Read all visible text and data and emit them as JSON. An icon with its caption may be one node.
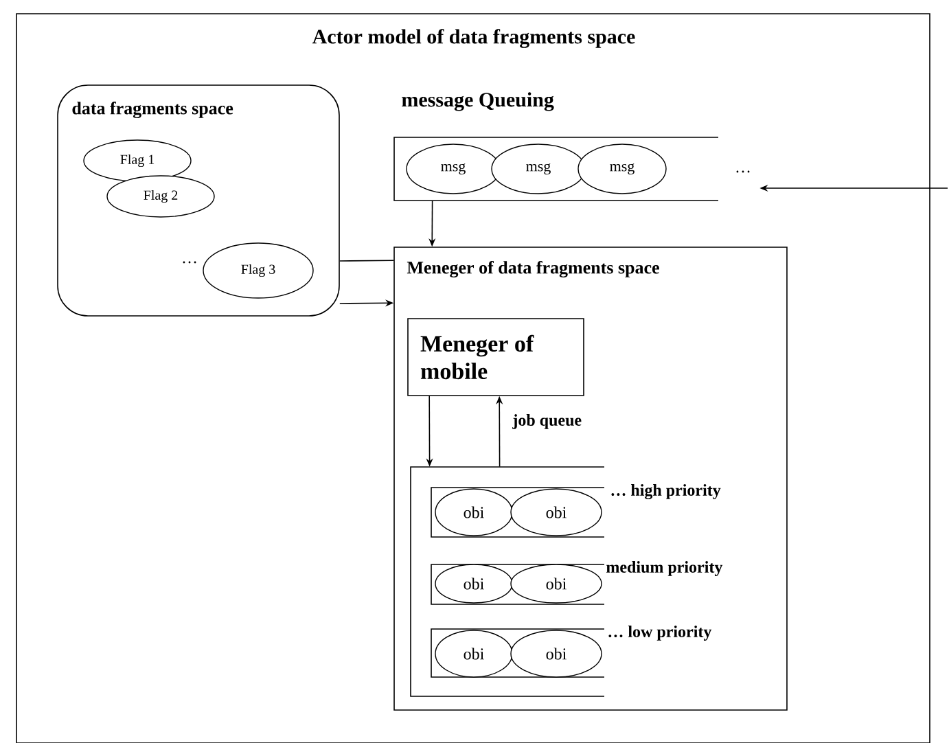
{
  "diagram": {
    "title": "Actor model of data fragments space",
    "nodes": [
      {
        "text": [
          "data fragments space"
        ]
      },
      {
        "text": [
          "Flag 1"
        ],
        "in": 0
      },
      {
        "text": [
          "Flag 2"
        ],
        "in": 0
      },
      {
        "text": [
          "Flag 3"
        ],
        "in": 0
      },
      {
        "text": [
          "message Queuing"
        ]
      },
      {
        "text": [
          "msg"
        ],
        "in": 4
      },
      {
        "text": [
          "msg"
        ],
        "in": 4
      },
      {
        "text": [
          "msg"
        ],
        "in": 4
      },
      {
        "text": [
          "Meneger of data fragments space"
        ]
      },
      {
        "text": [
          "Meneger of mobile"
        ],
        "in": 8
      },
      {
        "text": [],
        "shape": "box",
        "in": 8
      },
      {
        "text": [],
        "shape": "box",
        "in": 10,
        "beside": [
          "… high priority"
        ]
      },
      {
        "text": [],
        "shape": "box",
        "in": 10,
        "beside": [
          "medium priority"
        ]
      },
      {
        "text": [],
        "shape": "box",
        "in": 10,
        "beside": [
          "… low priority"
        ]
      },
      {
        "text": [
          "obi"
        ],
        "in": 11
      },
      {
        "text": [
          "obi"
        ],
        "in": 11
      },
      {
        "text": [
          "obi"
        ],
        "in": 12
      },
      {
        "text": [
          "obi"
        ],
        "in": 12
      },
      {
        "text": [
          "obi"
        ],
        "in": 13
      },
      {
        "text": [
          "obi"
        ],
        "in": 13
      }
    ],
    "edges": [
      {
        "from": null,
        "to": 4,
        "arrow": "to"
      },
      {
        "from": 4,
        "to": 8,
        "arrow": "to"
      },
      {
        "from": 0,
        "to": 8,
        "arrow": "none"
      },
      {
        "from": 0,
        "to": 8,
        "arrow": "to"
      },
      {
        "from": 9,
        "to": 10,
        "arrow": "to"
      },
      {
        "from": 10,
        "to": 9,
        "arrow": "to",
        "label": "job queue"
      }
    ],
    "labels": [
      "…",
      "…"
    ]
  }
}
